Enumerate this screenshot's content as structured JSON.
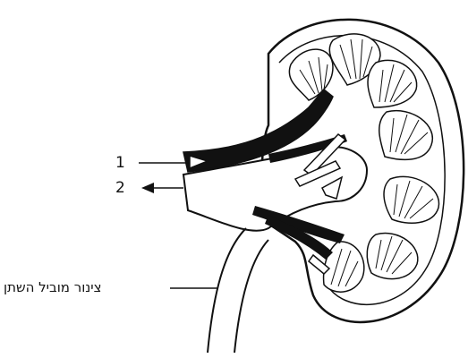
{
  "labels": {
    "one": "1",
    "two": "2",
    "ureter": "צינור מוביל השתן"
  }
}
